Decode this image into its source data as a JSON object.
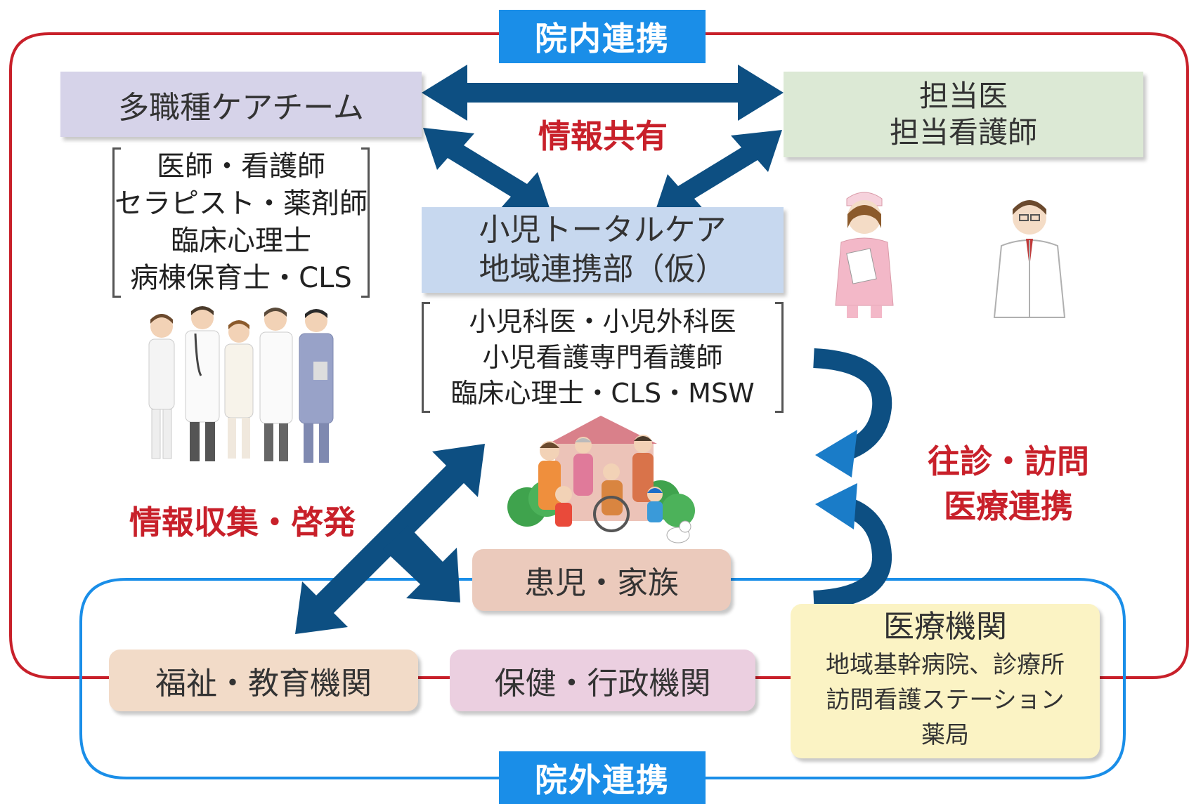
{
  "labels": {
    "internal_tag": "院内連携",
    "external_tag": "院外連携",
    "multi_team": "多職種ケアチーム",
    "multi_team_members": [
      "医師・看護師",
      "セラピスト・薬剤師",
      "臨床心理士",
      "病棟保育士・CLS"
    ],
    "attending": [
      "担当医",
      "担当看護師"
    ],
    "info_share": "情報共有",
    "pediatric_dept": [
      "小児トータルケア",
      "地域連携部（仮）"
    ],
    "pediatric_members": [
      "小児科医・小児外科医",
      "小児看護専門看護師",
      "臨床心理士・CLS・MSW"
    ],
    "info_collect": "情報収集・啓発",
    "visit": [
      "往診・訪問",
      "医療連携"
    ],
    "patient_family": "患児・家族",
    "welfare": "福祉・教育機関",
    "health_admin": "保健・行政機関",
    "medical_inst_title": "医療機関",
    "medical_inst_members": [
      "地域基幹病院、診療所",
      "訪問看護ステーション",
      "薬局"
    ]
  },
  "colors": {
    "internal_border": "#c8202a",
    "external_border": "#1a8ee8",
    "arrow_dark": "#0d4f82",
    "arrow_light": "#1a7cc8",
    "multi_team_bg": "#d6d3e9",
    "attending_bg": "#dce9d5",
    "pediatric_bg": "#c7d8ef",
    "patient_bg": "#ebcabc",
    "welfare_bg": "#f2dbc8",
    "health_bg": "#ebcfe0",
    "medical_bg": "#fbf3c4"
  },
  "icons": [
    "care-team-people-illustration",
    "nurse-illustration",
    "doctor-illustration",
    "family-house-illustration"
  ]
}
